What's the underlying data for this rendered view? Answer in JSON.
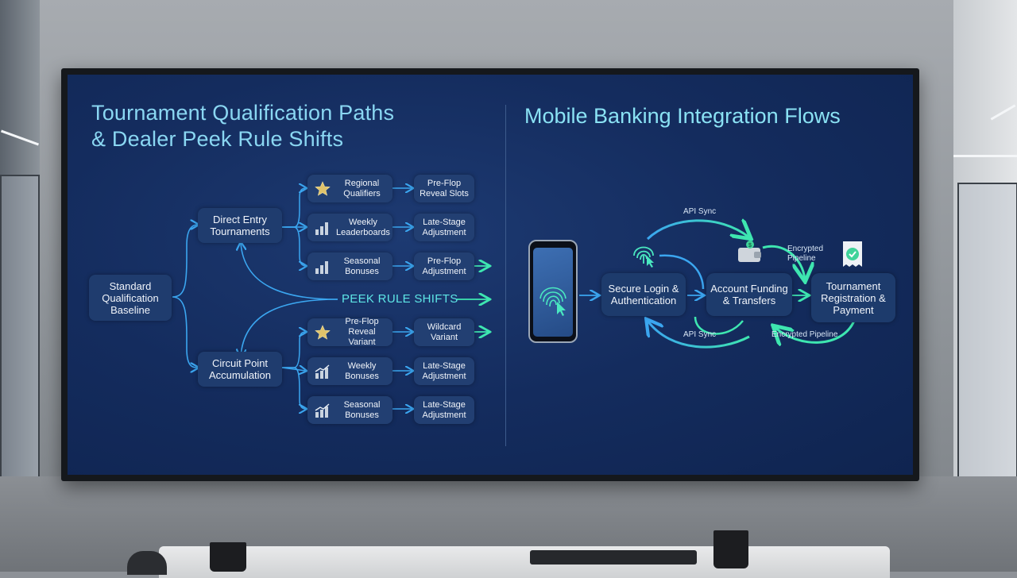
{
  "left_panel": {
    "title_line1": "Tournament Qualification Paths",
    "title_line2": "& Dealer Peek Rule Shifts",
    "root": "Standard Qualification Baseline",
    "branch_top": "Direct Entry Tournaments",
    "branch_bottom": "Circuit Point Accumulation",
    "peek_label": "PEEK RULE SHIFTS",
    "top_rows": [
      {
        "icon": "star-icon",
        "label": "Regional Qualifiers",
        "result": "Pre-Flop Reveal Slots"
      },
      {
        "icon": "bar-chart-icon",
        "label": "Weekly Leaderboards",
        "result": "Late-Stage Adjustment"
      },
      {
        "icon": "bar-chart-icon",
        "label": "Seasonal Bonuses",
        "result": "Pre-Flop Adjustment"
      }
    ],
    "bottom_rows": [
      {
        "icon": "star-icon",
        "label": "Pre-Flop Reveal Variant",
        "result": "Wildcard Variant"
      },
      {
        "icon": "trend-chart-icon",
        "label": "Weekly Bonuses",
        "result": "Late-Stage Adjustment"
      },
      {
        "icon": "trend-chart-icon",
        "label": "Seasonal Bonuses",
        "result": "Late-Stage Adjustment"
      }
    ]
  },
  "right_panel": {
    "title": "Mobile Banking Integration Flows",
    "steps": [
      {
        "label": "Secure Login & Authentication"
      },
      {
        "label": "Account Funding & Transfers"
      },
      {
        "label": "Tournament Registration & Payment"
      }
    ],
    "flow_labels": {
      "top_sync": "API Sync",
      "bottom_sync": "API Sync",
      "top_pipeline": "Encrypted Pipeline",
      "bottom_pipeline": "Encrypted Pipeline"
    },
    "icons": [
      "fingerprint-icon",
      "wallet-icon",
      "receipt-check-icon",
      "phone-icon"
    ]
  },
  "colors": {
    "screen_bg": "#142c5e",
    "node_bg": "#1f3c6e",
    "line_blue": "#3ba6f0",
    "line_teal": "#3ee6b0",
    "title_cyan": "#8ad7f2"
  }
}
